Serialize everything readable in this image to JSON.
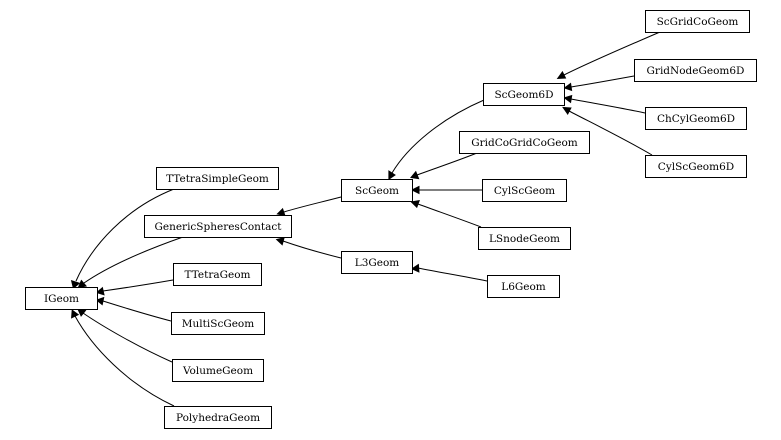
{
  "diagram": {
    "nodes": {
      "IGeom": "IGeom",
      "TTetraSimpleGeom": "TTetraSimpleGeom",
      "GenericSpheresContact": "GenericSpheresContact",
      "TTetraGeom": "TTetraGeom",
      "MultiScGeom": "MultiScGeom",
      "VolumeGeom": "VolumeGeom",
      "PolyhedraGeom": "PolyhedraGeom",
      "ScGeom": "ScGeom",
      "L3Geom": "L3Geom",
      "L6Geom": "L6Geom",
      "ScGeom6D": "ScGeom6D",
      "GridCoGridCoGeom": "GridCoGridCoGeom",
      "CylScGeom": "CylScGeom",
      "LSnodeGeom": "LSnodeGeom",
      "ScGridCoGeom": "ScGridCoGeom",
      "GridNodeGeom6D": "GridNodeGeom6D",
      "ChCylGeom6D": "ChCylGeom6D",
      "CylScGeom6D": "CylScGeom6D"
    },
    "edges": [
      {
        "from": "TTetraSimpleGeom",
        "to": "IGeom"
      },
      {
        "from": "GenericSpheresContact",
        "to": "IGeom"
      },
      {
        "from": "TTetraGeom",
        "to": "IGeom"
      },
      {
        "from": "MultiScGeom",
        "to": "IGeom"
      },
      {
        "from": "VolumeGeom",
        "to": "IGeom"
      },
      {
        "from": "PolyhedraGeom",
        "to": "IGeom"
      },
      {
        "from": "ScGeom",
        "to": "GenericSpheresContact"
      },
      {
        "from": "L3Geom",
        "to": "GenericSpheresContact"
      },
      {
        "from": "L6Geom",
        "to": "L3Geom"
      },
      {
        "from": "ScGeom6D",
        "to": "ScGeom"
      },
      {
        "from": "GridCoGridCoGeom",
        "to": "ScGeom"
      },
      {
        "from": "CylScGeom",
        "to": "ScGeom"
      },
      {
        "from": "LSnodeGeom",
        "to": "ScGeom"
      },
      {
        "from": "ScGridCoGeom",
        "to": "ScGeom6D"
      },
      {
        "from": "GridNodeGeom6D",
        "to": "ScGeom6D"
      },
      {
        "from": "ChCylGeom6D",
        "to": "ScGeom6D"
      },
      {
        "from": "CylScGeom6D",
        "to": "ScGeom6D"
      }
    ]
  }
}
